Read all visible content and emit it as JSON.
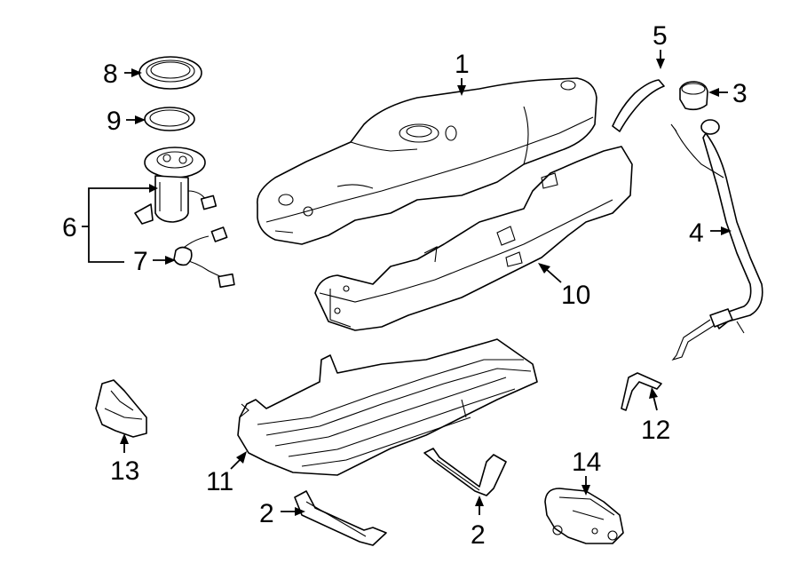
{
  "callouts": {
    "c1": "1",
    "c2a": "2",
    "c2b": "2",
    "c3": "3",
    "c4": "4",
    "c5": "5",
    "c6": "6",
    "c7": "7",
    "c8": "8",
    "c9": "9",
    "c10": "10",
    "c11": "11",
    "c12": "12",
    "c13": "13",
    "c14": "14"
  }
}
